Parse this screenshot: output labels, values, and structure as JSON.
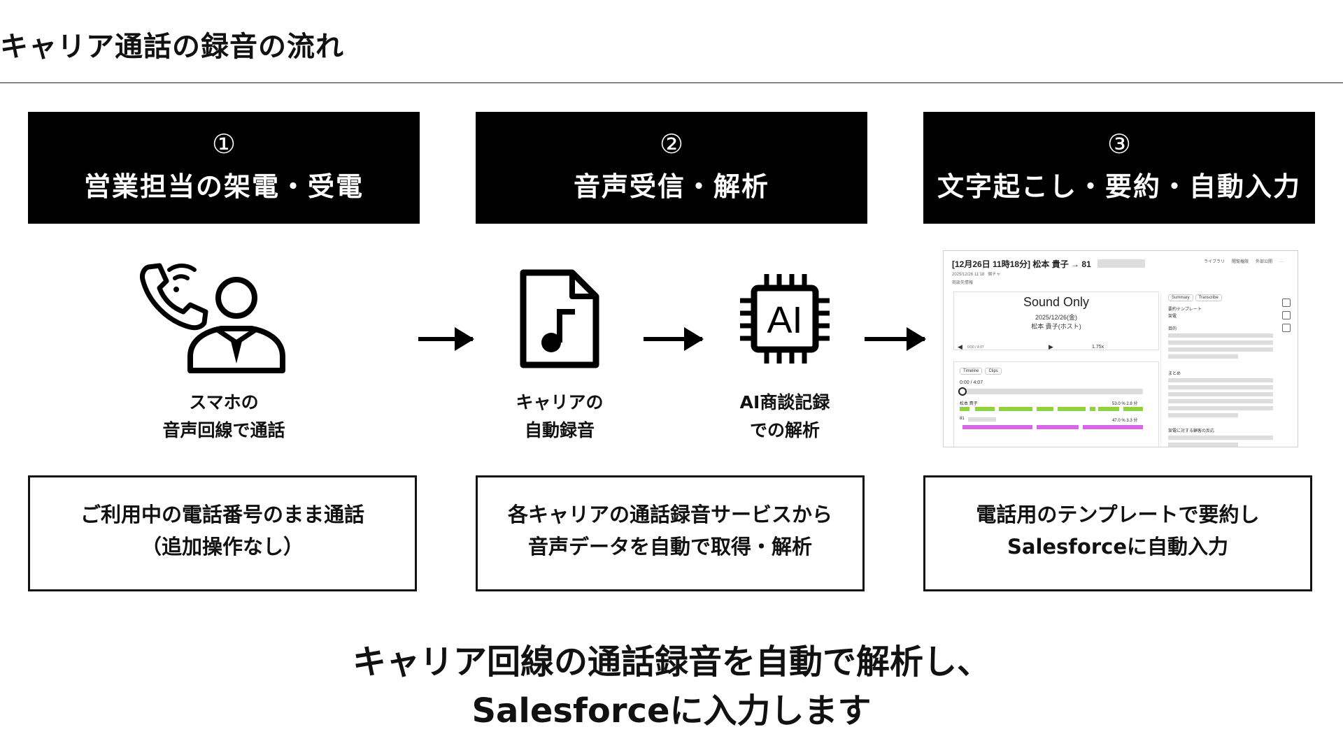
{
  "page_title": "キャリア通話の録音の流れ",
  "steps": [
    {
      "num": "①",
      "title": "営業担当の架電・受電",
      "desc": [
        "ご利用中の電話番号のまま通話",
        "（追加操作なし）"
      ]
    },
    {
      "num": "②",
      "title": "音声受信・解析",
      "desc": [
        "各キャリアの通話録音サービスから",
        "音声データを自動で取得・解析"
      ]
    },
    {
      "num": "③",
      "title": "文字起こし・要約・自動入力",
      "desc": [
        "電話用のテンプレートで要約し",
        "Salesforceに自動入力"
      ]
    }
  ],
  "icons": {
    "phone_user": {
      "icon": "phone-user-icon",
      "label": [
        "スマホの",
        "音声回線で通話"
      ]
    },
    "music_file": {
      "icon": "music-file-icon",
      "label": [
        "キャリアの",
        "自動録音"
      ]
    },
    "ai_chip": {
      "icon": "ai-chip-icon",
      "text": "AI",
      "label": [
        "AI商談記録",
        "での解析"
      ]
    }
  },
  "screenshot": {
    "title": "[12月26日 11時18分] 松本 貴子 → 81",
    "datetime": "2025/12/26 11:18",
    "tag": "個チャ",
    "contact": "商談先情報",
    "actions": [
      "ライブラリ",
      "閲覧権限",
      "外部公開",
      "···"
    ],
    "player_title": "Sound Only",
    "player_date": "2025/12/26(金)",
    "player_host": "松本 貴子(ホスト)",
    "ctrl_time": "0:00 / 4:07",
    "speed": "1.75x",
    "tabs": [
      "Timeline",
      "Clips"
    ],
    "tl_time": "0:00 / 4:07",
    "speaker1": "松本 貴子",
    "speaker1_pct": "53.0 %",
    "speaker1_dur": "2.8 分",
    "speaker2": "81",
    "speaker2_pct": "47.0 %",
    "speaker2_dur": "3.3 分",
    "side_tabs": [
      "Summary",
      "Transcribe"
    ],
    "template_label": "要約テンプレート",
    "template_value": "架電",
    "sec1": "目的",
    "sec2": "まとめ",
    "sec3": "架電に対する顧客の反応"
  },
  "conclusion": [
    "キャリア回線の通話録音を自動で解析し、",
    "Salesforceに入力します"
  ]
}
